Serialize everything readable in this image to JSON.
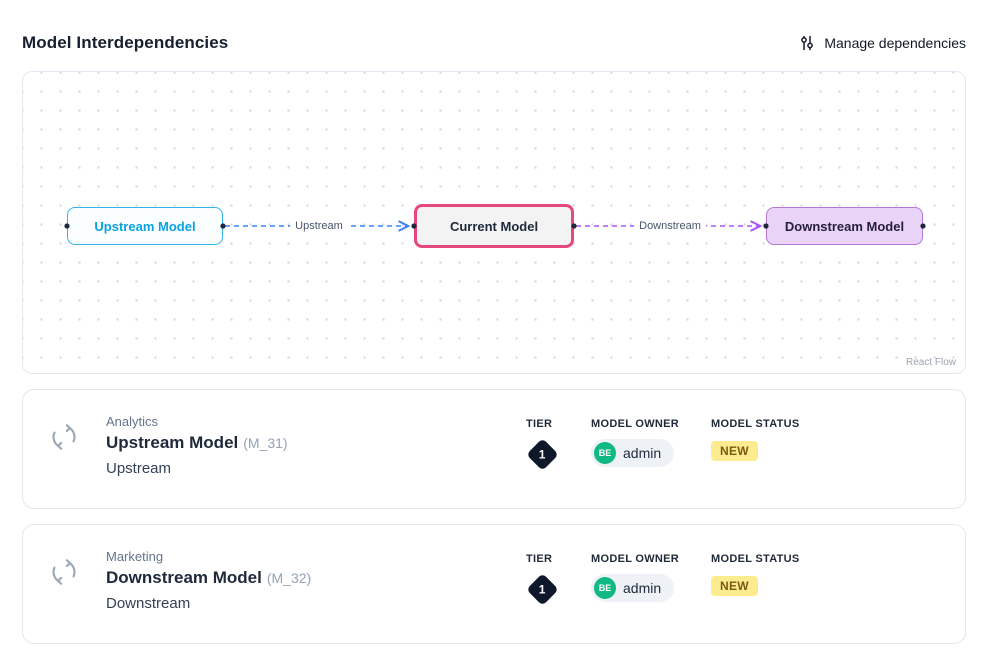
{
  "header": {
    "title": "Model Interdependencies",
    "manage_label": "Manage dependencies"
  },
  "flow": {
    "nodes": [
      {
        "id": "upstream",
        "label": "Upstream Model"
      },
      {
        "id": "current",
        "label": "Current Model"
      },
      {
        "id": "downstream",
        "label": "Downstream Model"
      }
    ],
    "edges": [
      {
        "label": "Upstream"
      },
      {
        "label": "Downstream"
      }
    ],
    "attribution": "React Flow"
  },
  "cards": [
    {
      "category": "Analytics",
      "name": "Upstream Model",
      "code": "(M_31)",
      "subtitle": "Upstream",
      "tier_label": "TIER",
      "tier": "1",
      "owner_label": "MODEL OWNER",
      "owner_initials": "BE",
      "owner_name": "admin",
      "status_label": "MODEL STATUS",
      "status": "NEW"
    },
    {
      "category": "Marketing",
      "name": "Downstream Model",
      "code": "(M_32)",
      "subtitle": "Downstream",
      "tier_label": "TIER",
      "tier": "1",
      "owner_label": "MODEL OWNER",
      "owner_initials": "BE",
      "owner_name": "admin",
      "status_label": "MODEL STATUS",
      "status": "NEW"
    }
  ],
  "colors": {
    "upstream_node_border": "#33b4e9",
    "upstream_node_text": "#0ba3e0",
    "current_node_border": "#e5487f",
    "downstream_node_border": "#b477d6",
    "downstream_node_bg": "#e9d3f6",
    "upstream_edge": "#3b82f6",
    "downstream_edge": "#a855f7",
    "tier_badge_bg": "#0f172a",
    "avatar_bg": "#10b981",
    "status_bg": "#fdeb8f",
    "status_text": "#7a5a12"
  }
}
